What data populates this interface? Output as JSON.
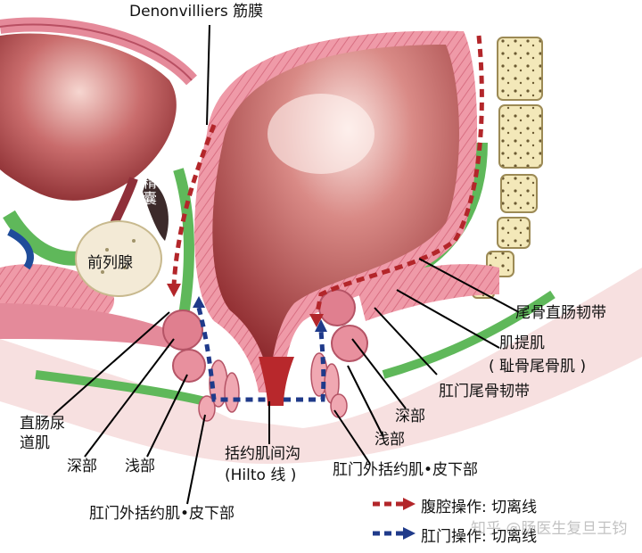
{
  "labels": {
    "denonvilliers": "Denonvilliers 筋膜",
    "seminal_vesicle": "精囊",
    "prostate": "前列腺",
    "rectourethralis": [
      "直肠尿",
      "道肌"
    ],
    "deep_part_left": "深部",
    "superficial_part_left": "浅部",
    "ext_sphincter_subcut_left": "肛门外括约肌•皮下部",
    "intersphincteric_groove": "括约肌间沟",
    "hilton_line": "(Hilto 线 )",
    "anococcygeal_rectal_ligament": "尾骨直肠韧带",
    "levator_ani": "肌提肌",
    "pubococcygeus": "( 耻骨尾骨肌 )",
    "anococcygeal_ligament": "肛门尾骨韧带",
    "deep_part_right": "深部",
    "superficial_part_right": "浅部",
    "ext_sphincter_subcut_right": "肛门外括约肌•皮下部"
  },
  "legend": {
    "abdominal": "腹腔操作: 切离线",
    "anal": "肛门操作: 切离线"
  },
  "watermark": "知乎 @肠医生复旦王钧",
  "colors": {
    "abdominal_line": "#b3262a",
    "anal_line": "#1f3a8a",
    "muscle": "#e58a9a",
    "rectum": "#a83a3e",
    "fat": "#f4e7b5",
    "green": "#5fb85a"
  }
}
